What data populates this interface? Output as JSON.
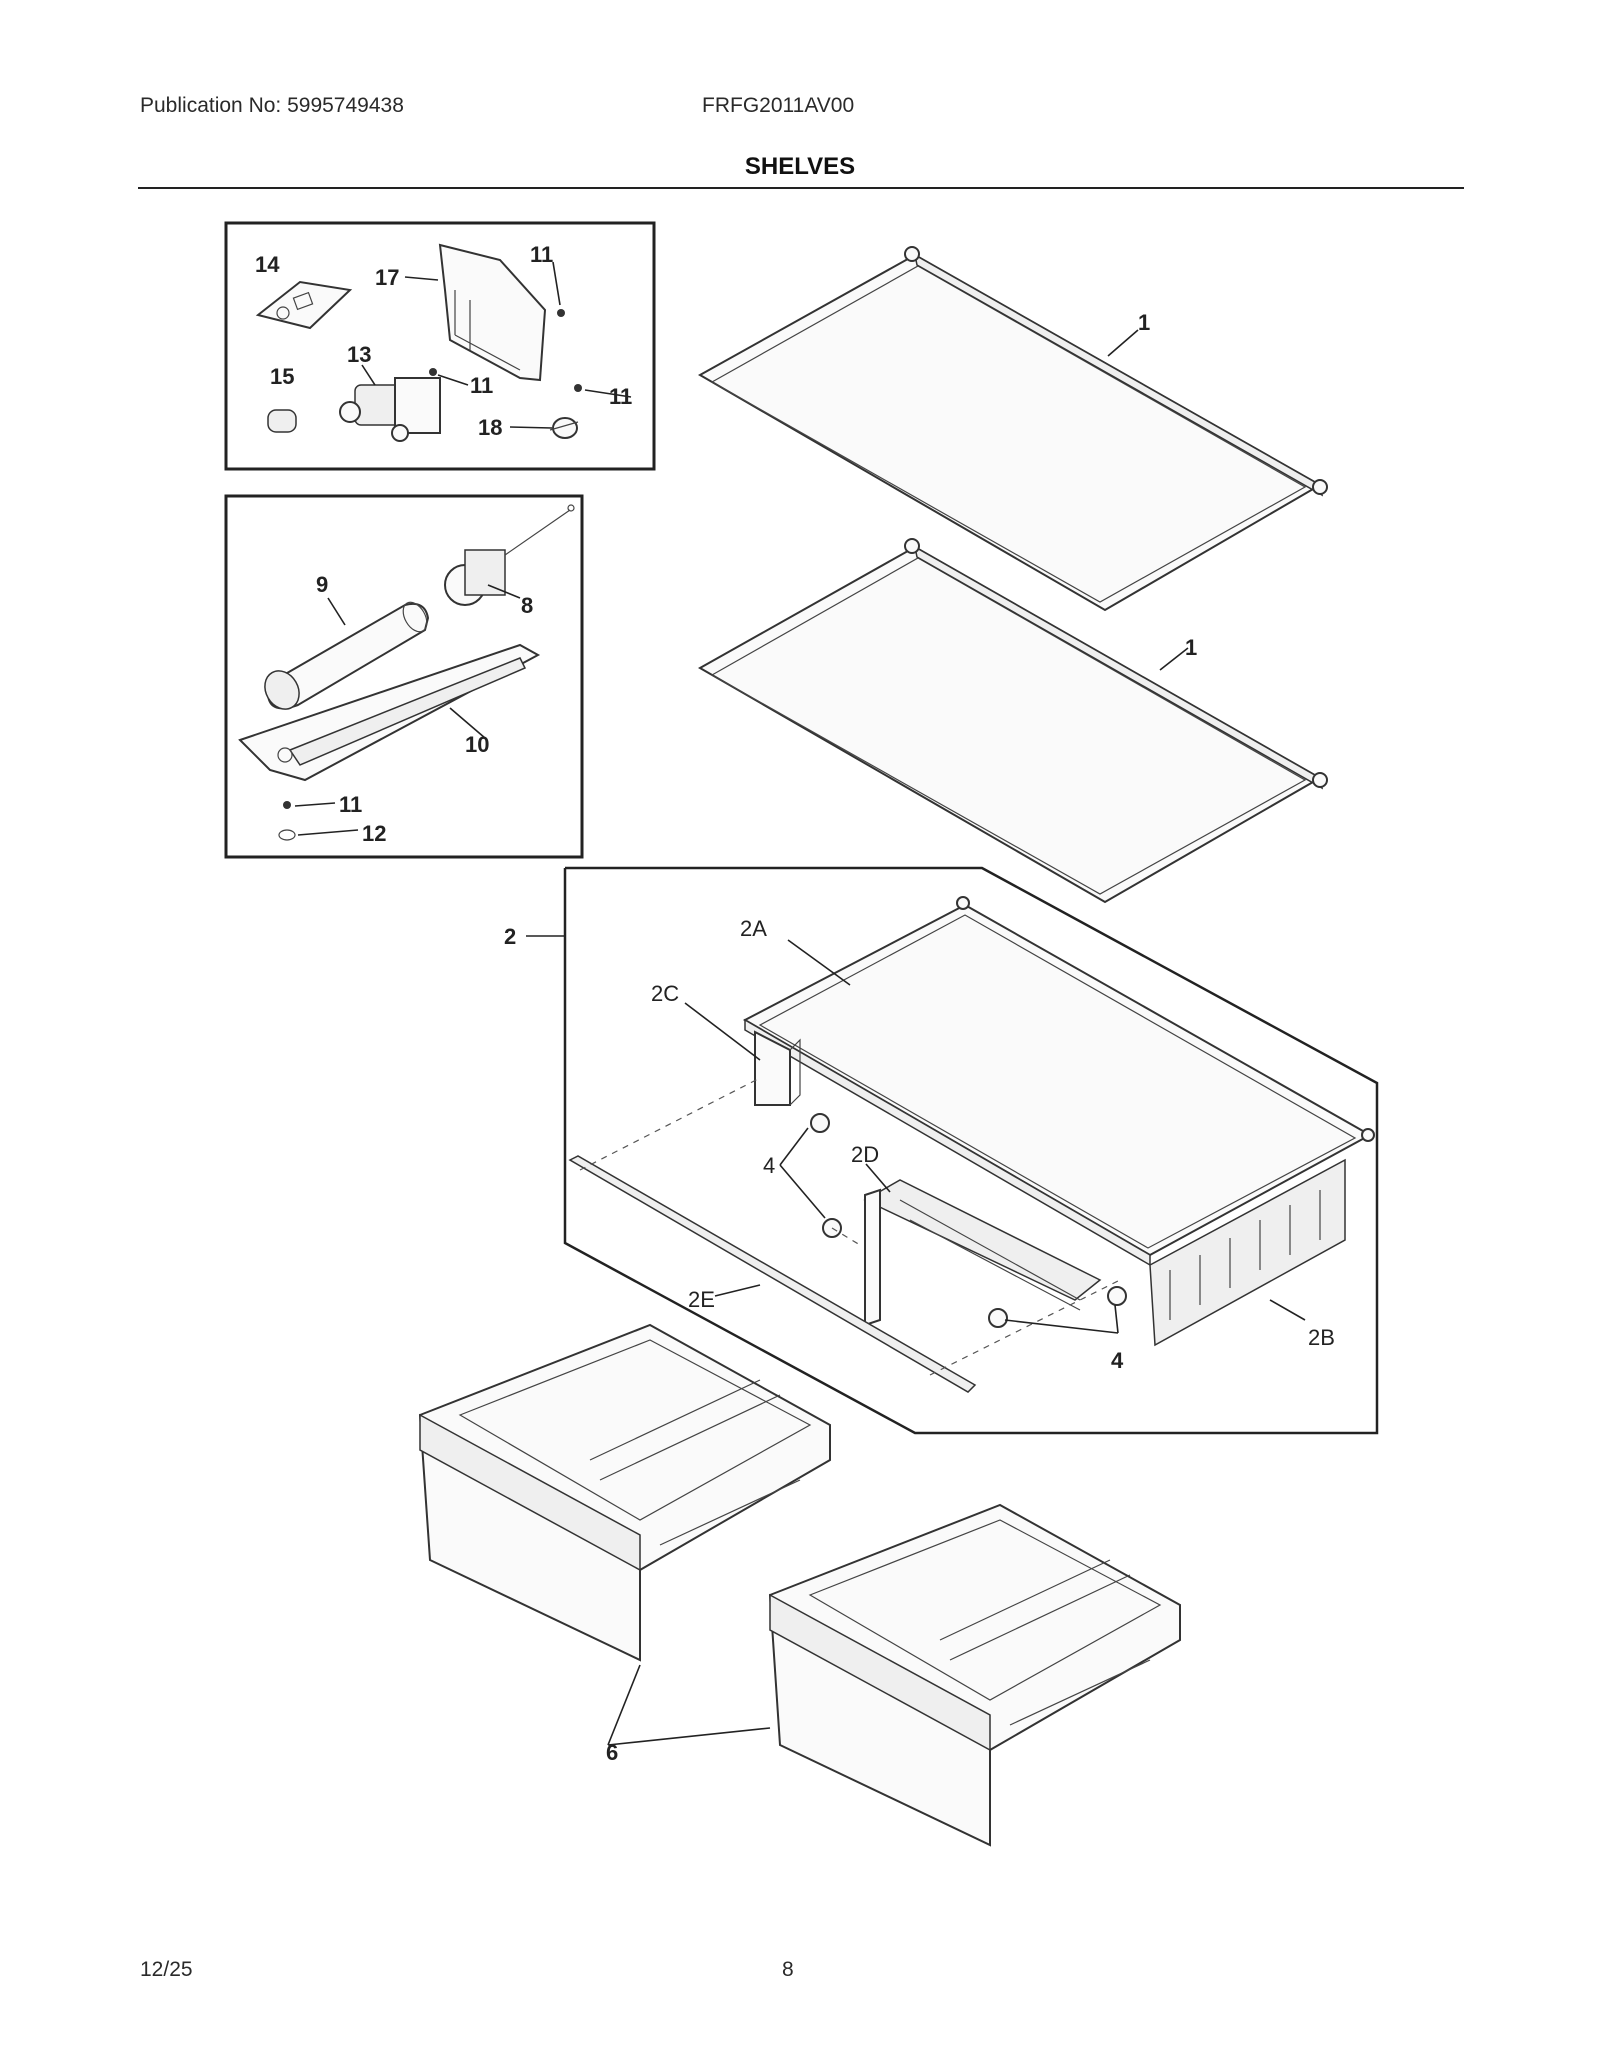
{
  "header": {
    "publication": "Publication No: 5995749438",
    "model": "FRFG2011AV00",
    "title": "SHELVES"
  },
  "footer": {
    "date": "12/25",
    "page": "8"
  },
  "callouts": {
    "c1a": "1",
    "c1b": "1",
    "c2": "2",
    "c2A": "2A",
    "c2B": "2B",
    "c2C": "2C",
    "c2D": "2D",
    "c2E": "2E",
    "c4a": "4",
    "c4b": "4",
    "c6": "6",
    "c8": "8",
    "c9": "9",
    "c10": "10",
    "c11a": "11",
    "c11b": "11",
    "c11c": "11",
    "c11d": "11",
    "c12": "12",
    "c13": "13",
    "c14": "14",
    "c15": "15",
    "c17": "17",
    "c18": "18"
  }
}
